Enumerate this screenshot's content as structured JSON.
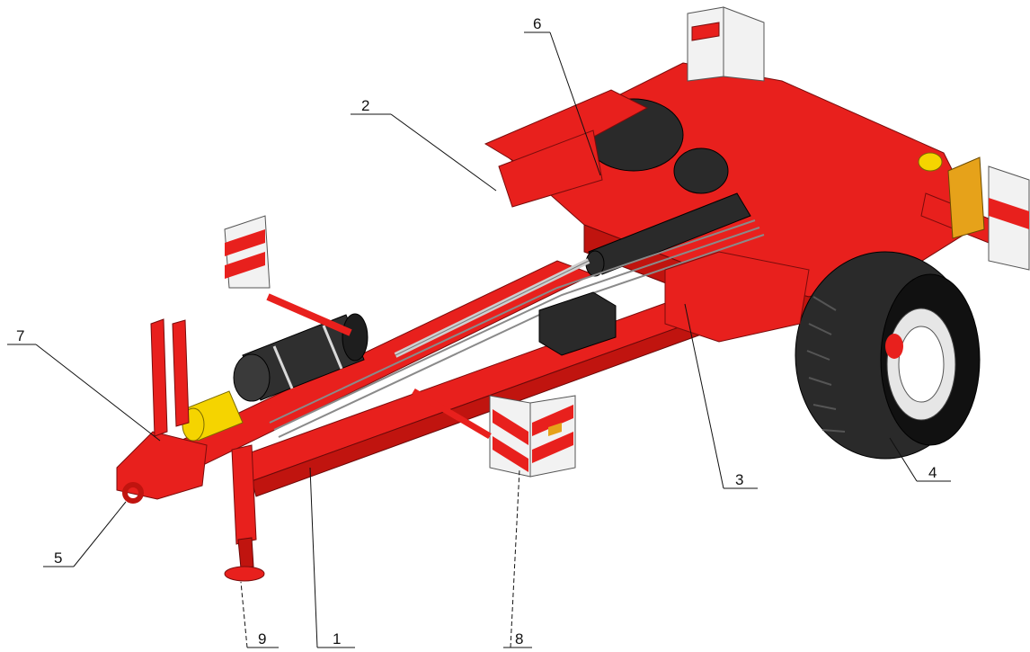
{
  "callouts": [
    {
      "text": "1"
    },
    {
      "text": "2"
    },
    {
      "text": "3"
    },
    {
      "text": "4"
    },
    {
      "text": "5"
    },
    {
      "text": "6"
    },
    {
      "text": "7"
    },
    {
      "text": "8"
    },
    {
      "text": "9"
    }
  ],
  "colors": {
    "frame": "#e8201d",
    "tire": "#2a2a2a",
    "tank": "#2f2f2f",
    "accent": "#f5d400"
  }
}
